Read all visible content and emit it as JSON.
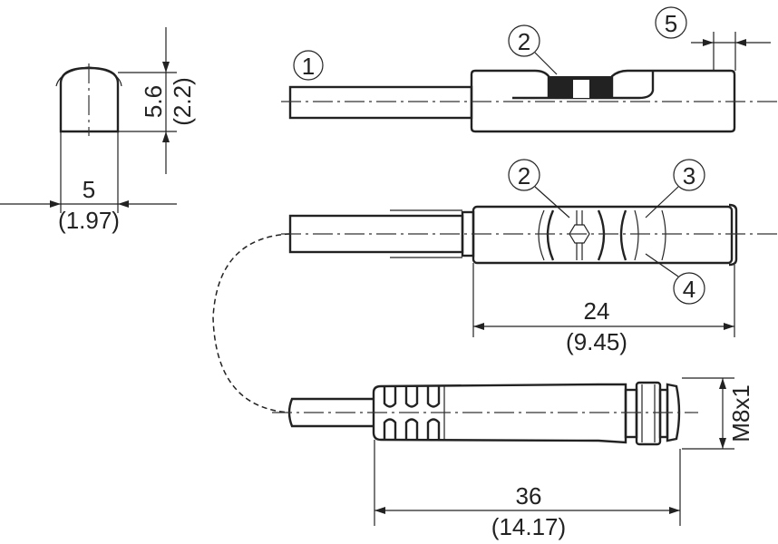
{
  "drawing": {
    "dimensions": {
      "height_mm": "5.6",
      "height_in": "(2.2)",
      "width_mm": "5",
      "width_in": "(1.97)",
      "length_mm": "24",
      "length_in": "(9.45)",
      "connector_length_mm": "36",
      "connector_length_in": "(14.17)",
      "thread": "M8x1"
    },
    "callouts": [
      "1",
      "2",
      "2",
      "3",
      "4",
      "5"
    ]
  }
}
